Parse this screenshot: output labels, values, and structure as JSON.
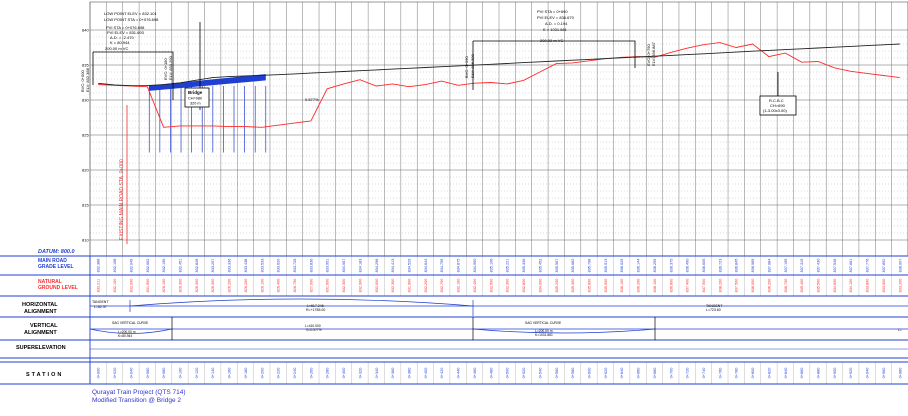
{
  "colors": {
    "grid": "#555555",
    "blue": "#1f3fd1",
    "red": "#ff2a2a",
    "profile": "#222222",
    "label_blue": "#1f3fd1",
    "label_red": "#ff2a2a"
  },
  "annotations": {
    "low_point_1": "LOW POINT ELEV = 832.101",
    "low_point_2": "LOW POINT STA = 0+076.698",
    "pvi_left_1": "PVI STA = 0+076.698",
    "pvi_left_2": "PVI ELEV = 831.693",
    "pvi_left_3": "A.D. = -2.470",
    "pvi_left_4": "K = 80.944",
    "pvi_left_5": "200.00 m VC",
    "pvi_right_1": "PVI STA = 0+690",
    "pvi_right_2": "PVI ELEV = 836.670",
    "pvi_right_3": "A.D. = 0.194",
    "pvi_right_4": "K = 1031.861",
    "pvi_right_5": "200.00 m VC",
    "bvc_left_1": "BVC: 0+000",
    "bvc_left_2": "ELV: 832.388",
    "evc_left_1": "EVC: 0+180",
    "evc_left_2": "ELV: 833.290",
    "bvc_right_1": "BVC: 0+590",
    "bvc_right_2": "ELV: 836.300",
    "evc_right_1": "EVC: 0+790",
    "evc_right_2": "ELV: 836.887",
    "bridge_title": "Bridge",
    "bridge_sta": "CH=080",
    "bridge_len": "320 m",
    "grade_label": "0.577%",
    "rcbc_1": "R.C.B.C",
    "rcbc_2": "CH=690",
    "rcbc_3": "(1-3.00x3.00)",
    "existing_line": "EXISTING MAIN ROAD STA. 0+000"
  },
  "left_labels": {
    "datum": "DATUM: 800.0",
    "main_road": "MAIN ROAD",
    "grade_level": "GRADE LEVEL",
    "natural": "NATURAL",
    "ground_level": "GROUND LEVEL",
    "horizontal": "HORIZONTAL",
    "alignment_h": "ALIGNMENT",
    "vertical": "VERTICAL",
    "alignment_v": "ALIGNMENT",
    "superelevation": "SUPERELEVATION",
    "station": "STATION"
  },
  "axis_ticks": [
    "840",
    "835",
    "830",
    "825",
    "820",
    "815",
    "810"
  ],
  "grade_values": [
    "832.388",
    "832.158",
    "832.049",
    "832.062",
    "832.196",
    "832.451",
    "832.828",
    "833.207",
    "833.336",
    "833.438",
    "833.533",
    "833.620",
    "833.726",
    "833.836",
    "833.951",
    "834.067",
    "834.183",
    "834.298",
    "834.413",
    "834.529",
    "834.644",
    "834.759",
    "834.875",
    "834.990",
    "835.106",
    "835.221",
    "835.336",
    "835.452",
    "835.567",
    "835.682",
    "835.798",
    "835.913",
    "836.029",
    "836.144",
    "836.259",
    "836.375",
    "836.490",
    "836.605",
    "836.723",
    "836.845",
    "836.969",
    "837.084",
    "837.199",
    "837.315",
    "837.430",
    "837.546",
    "837.661",
    "837.776",
    "837.892",
    "838.007"
  ],
  "ground_values": [
    "832.211",
    "832.100",
    "832.000",
    "831.900",
    "826.100",
    "826.300",
    "826.300",
    "826.300",
    "826.200",
    "826.200",
    "826.100",
    "826.400",
    "826.700",
    "827.000",
    "831.600",
    "832.300",
    "832.900",
    "832.000",
    "832.300",
    "831.900",
    "832.200",
    "832.700",
    "832.100",
    "832.400",
    "832.500",
    "832.300",
    "832.800",
    "834.000",
    "835.200",
    "835.300",
    "835.600",
    "835.900",
    "836.100",
    "836.200",
    "836.100",
    "836.800",
    "837.400",
    "837.900",
    "838.200",
    "837.500",
    "838.000",
    "836.200",
    "836.700",
    "835.400",
    "835.500",
    "834.600",
    "834.100",
    "833.800",
    "833.500",
    "833.200"
  ],
  "stations": [
    "0+000",
    "0+020",
    "0+040",
    "0+060",
    "0+080",
    "0+100",
    "0+120",
    "0+140",
    "0+160",
    "0+180",
    "0+200",
    "0+220",
    "0+240",
    "0+260",
    "0+280",
    "0+300",
    "0+320",
    "0+340",
    "0+360",
    "0+380",
    "0+400",
    "0+420",
    "0+440",
    "0+460",
    "0+480",
    "0+500",
    "0+520",
    "0+540",
    "0+560",
    "0+580",
    "0+600",
    "0+620",
    "0+640",
    "0+660",
    "0+680",
    "0+700",
    "0+720",
    "0+740",
    "0+760",
    "0+780",
    "0+800",
    "0+820",
    "0+840",
    "0+860",
    "0+880",
    "0+900",
    "0+920",
    "0+940",
    "0+960",
    "0+980"
  ],
  "horizontal_alignment": {
    "tangent_left_1": "TANGENT",
    "tangent_left_2": "L=62.37",
    "curve_1": "L=617.246",
    "curve_2": "R=+1785.00",
    "tangent_right_1": "TANGENT",
    "tangent_right_2": "L=723.60"
  },
  "vertical_alignment": {
    "sag_left_1": "SAG VERTICAL CURVE",
    "sag_left_2": "L=200.00 m",
    "sag_left_3": "K=80.944",
    "grade_1": "L=410.000",
    "grade_2": "G=0.577%",
    "sag_right_1": "SAG VERTICAL CURVE",
    "sag_right_2": "L=200.00 m",
    "sag_right_3": "K=1031.861",
    "grade_right": "L="
  },
  "footer": {
    "line1": "Qurayat Train Project  (QTS 714)",
    "line2": "Modified Transition @ Bridge 2"
  }
}
